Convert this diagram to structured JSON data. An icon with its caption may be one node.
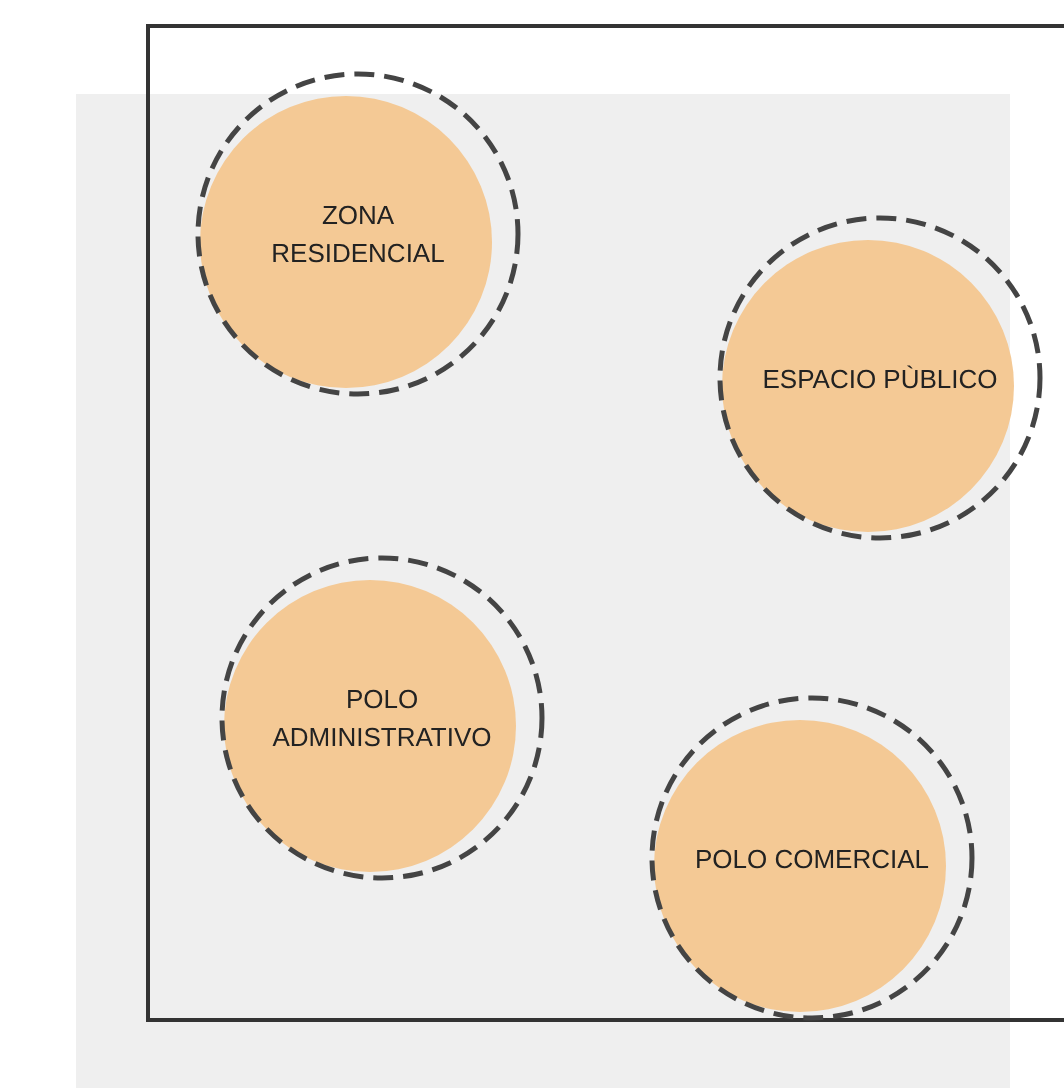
{
  "diagram": {
    "nodes": [
      {
        "text": [],
        "shape": "box"
      },
      {
        "text": [
          "ZONA RESIDENCIAL"
        ],
        "in": 0
      },
      {
        "text": [
          "ESPACIO PÙBLICO"
        ],
        "in": 0
      },
      {
        "text": [
          "POLO ADMINISTRATIVO"
        ],
        "in": 0
      },
      {
        "text": [
          "POLO COMERCIAL"
        ],
        "in": 0
      }
    ]
  }
}
